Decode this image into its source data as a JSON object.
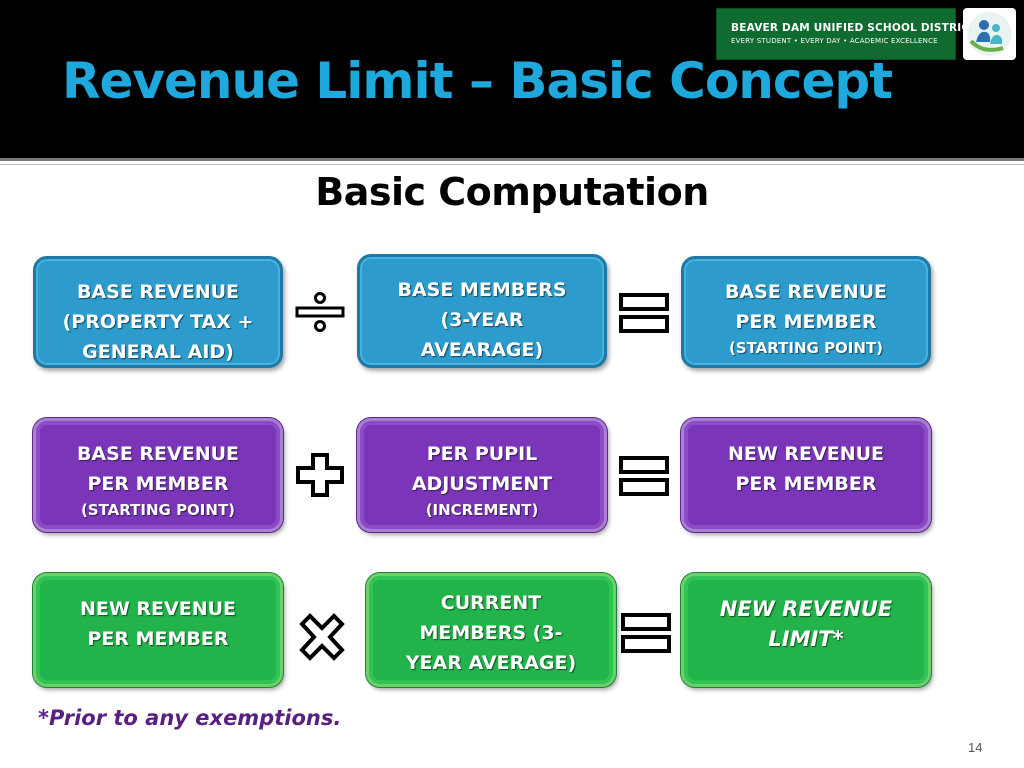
{
  "slide": {
    "title": "Revenue Limit – Basic Concept",
    "district": {
      "name": "BEAVER DAM UNIFIED SCHOOL DISTRICT",
      "tagline": "EVERY STUDENT • EVERY DAY • ACADEMIC EXCELLENCE"
    },
    "logo_icon": "district-logo-icon",
    "subtitle": "Basic Computation",
    "rows": [
      {
        "color": "#2d9ccc",
        "operator": "divide",
        "boxes": [
          {
            "lines": [
              "BASE REVENUE",
              "(PROPERTY TAX +",
              "GENERAL AID)"
            ],
            "note": ""
          },
          {
            "lines": [
              "BASE  MEMBERS",
              "(3-YEAR",
              "AVEARAGE)"
            ],
            "note": ""
          },
          {
            "lines": [
              "BASE REVENUE",
              "PER MEMBER"
            ],
            "note": "(STARTING  POINT)"
          }
        ]
      },
      {
        "color": "#7a35b8",
        "operator": "plus",
        "boxes": [
          {
            "lines": [
              "BASE REVENUE",
              "PER MEMBER"
            ],
            "note": "(STARTING  POINT)"
          },
          {
            "lines": [
              "PER PUPIL",
              "ADJUSTMENT"
            ],
            "note": "(INCREMENT)"
          },
          {
            "lines": [
              "NEW REVENUE",
              "PER MEMBER"
            ],
            "note": ""
          }
        ]
      },
      {
        "color": "#22b34a",
        "operator": "multiply",
        "boxes": [
          {
            "lines": [
              "NEW REVENUE",
              "PER MEMBER"
            ],
            "note": ""
          },
          {
            "lines": [
              "CURRENT",
              "MEMBERS (3-",
              "YEAR AVERAGE)"
            ],
            "note": ""
          },
          {
            "lines": [
              "NEW REVENUE",
              "LIMIT*"
            ],
            "note": ""
          }
        ]
      }
    ],
    "footnote": "*Prior to any exemptions.",
    "slide_number": "14"
  }
}
